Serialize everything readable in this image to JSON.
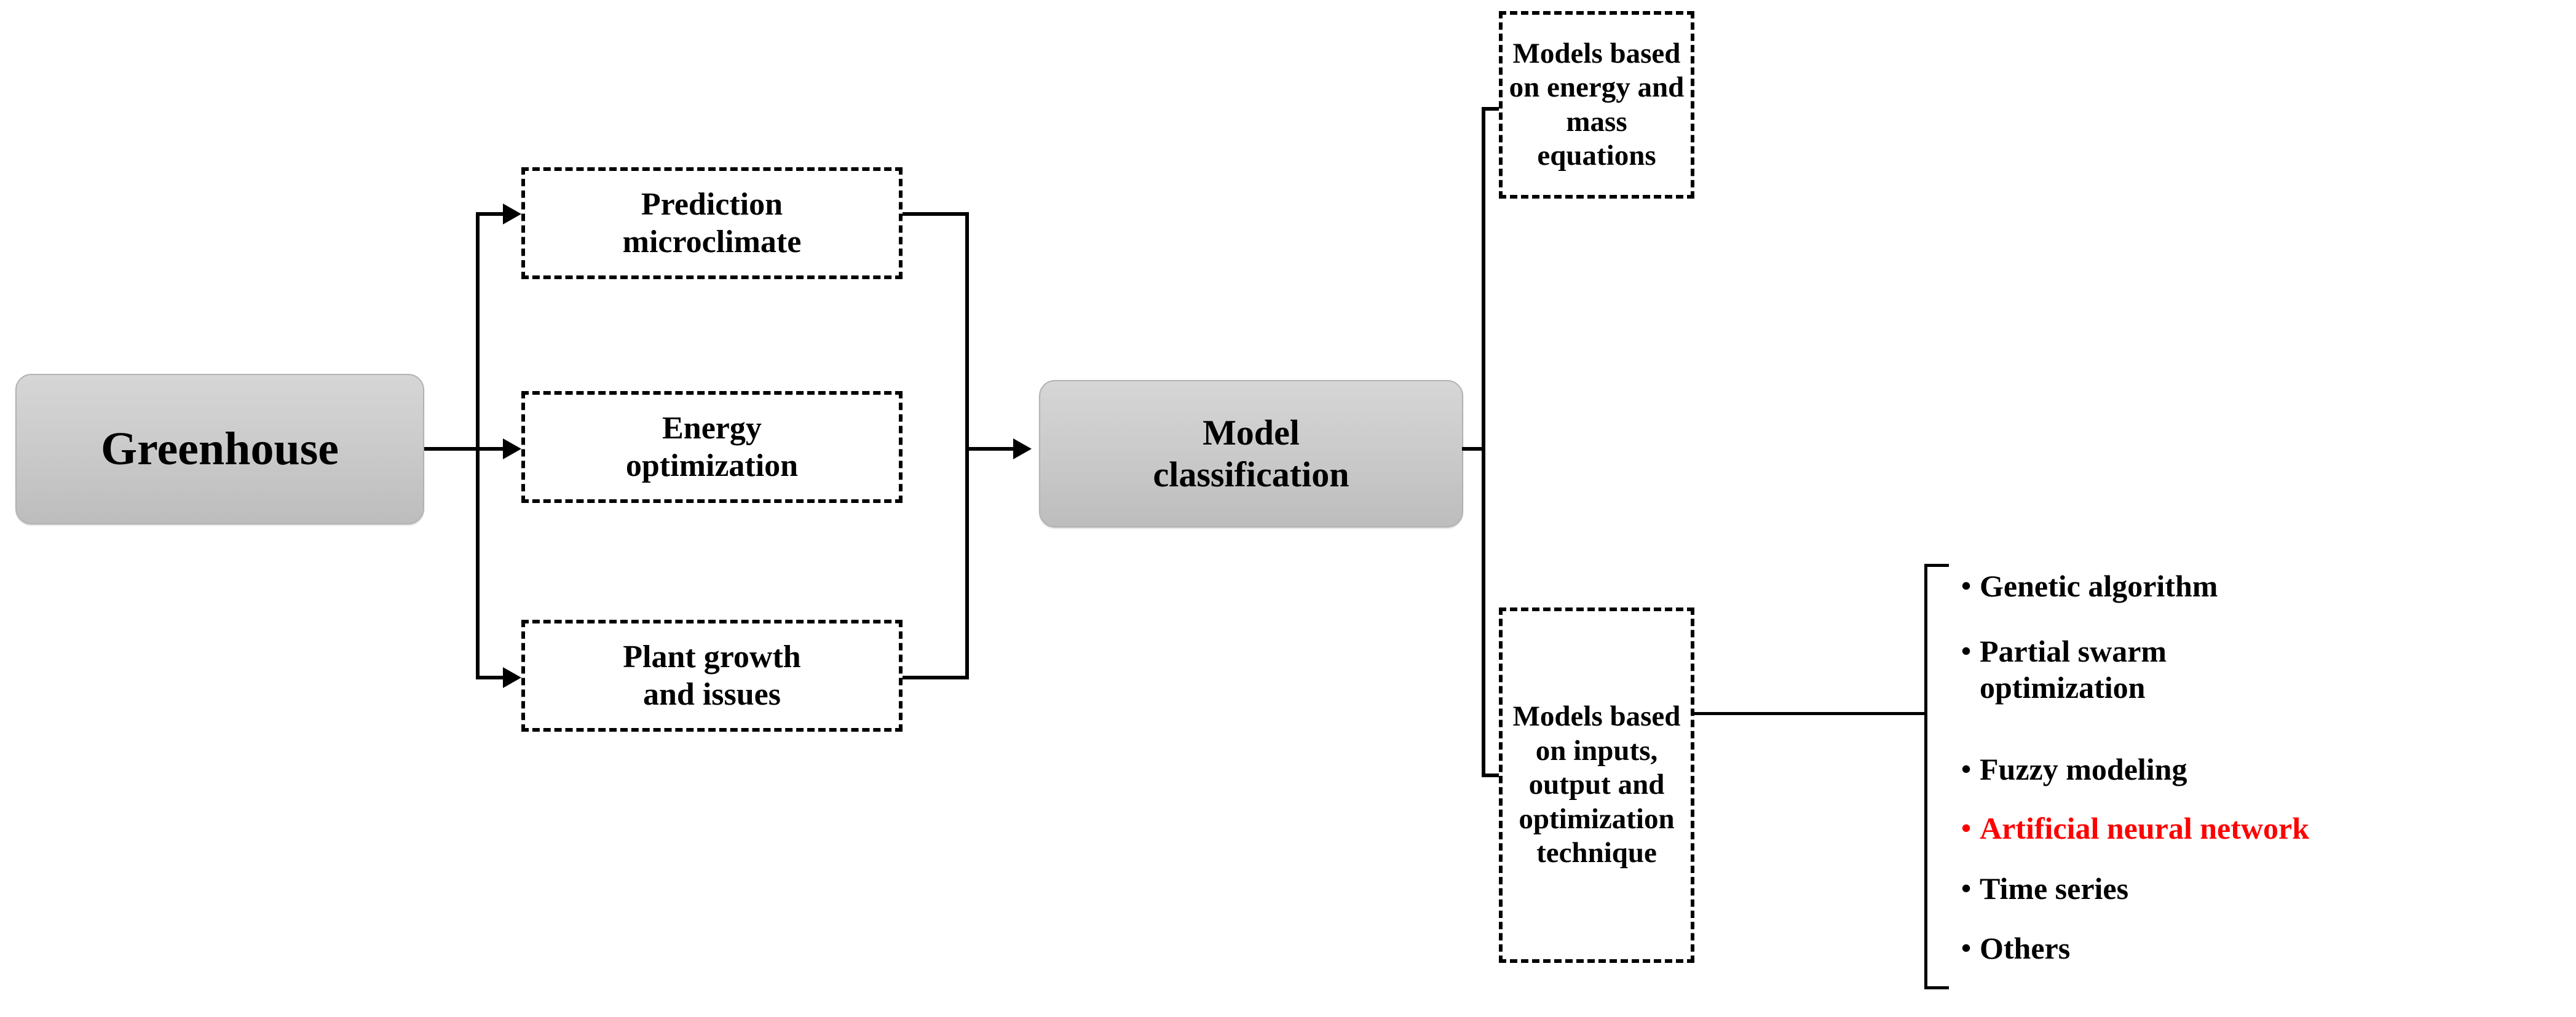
{
  "diagram": {
    "title": "Greenhouse model classification flow diagram",
    "colors": {
      "box_fill_gray": "#c9c9c9",
      "box_border_gray": "#b2b2b2",
      "line": "#000000",
      "highlight_red": "#FF0000",
      "background": "#FFFFFF"
    },
    "nodes": {
      "greenhouse": {
        "label": "Greenhouse",
        "style": "gray-rounded"
      },
      "prediction_microclimate": {
        "label": "Prediction\nmicroclimate",
        "style": "dashed"
      },
      "energy_optimization": {
        "label": "Energy\noptimization",
        "style": "dashed"
      },
      "plant_growth": {
        "label": "Plant growth\nand issues",
        "style": "dashed"
      },
      "model_classification": {
        "label": "Model\nclassification",
        "style": "gray-rounded"
      },
      "models_energy_mass": {
        "label": "Models based\non energy and\nmass equations",
        "style": "dashed"
      },
      "models_inputs_output": {
        "label": "Models based\non inputs,\noutput and\noptimization\ntechnique",
        "style": "dashed"
      }
    },
    "bullet_list": {
      "bullet_glyph": "•",
      "items": [
        {
          "text": "Genetic algorithm",
          "color": "#000000",
          "highlighted": false
        },
        {
          "text": "Partial swarm\noptimization",
          "color": "#000000",
          "highlighted": false
        },
        {
          "text": "Fuzzy modeling",
          "color": "#000000",
          "highlighted": false
        },
        {
          "text": "Artificial neural network",
          "color": "#FF0000",
          "highlighted": true
        },
        {
          "text": "Time series",
          "color": "#000000",
          "highlighted": false
        },
        {
          "text": "Others",
          "color": "#000000",
          "highlighted": false
        }
      ]
    }
  }
}
